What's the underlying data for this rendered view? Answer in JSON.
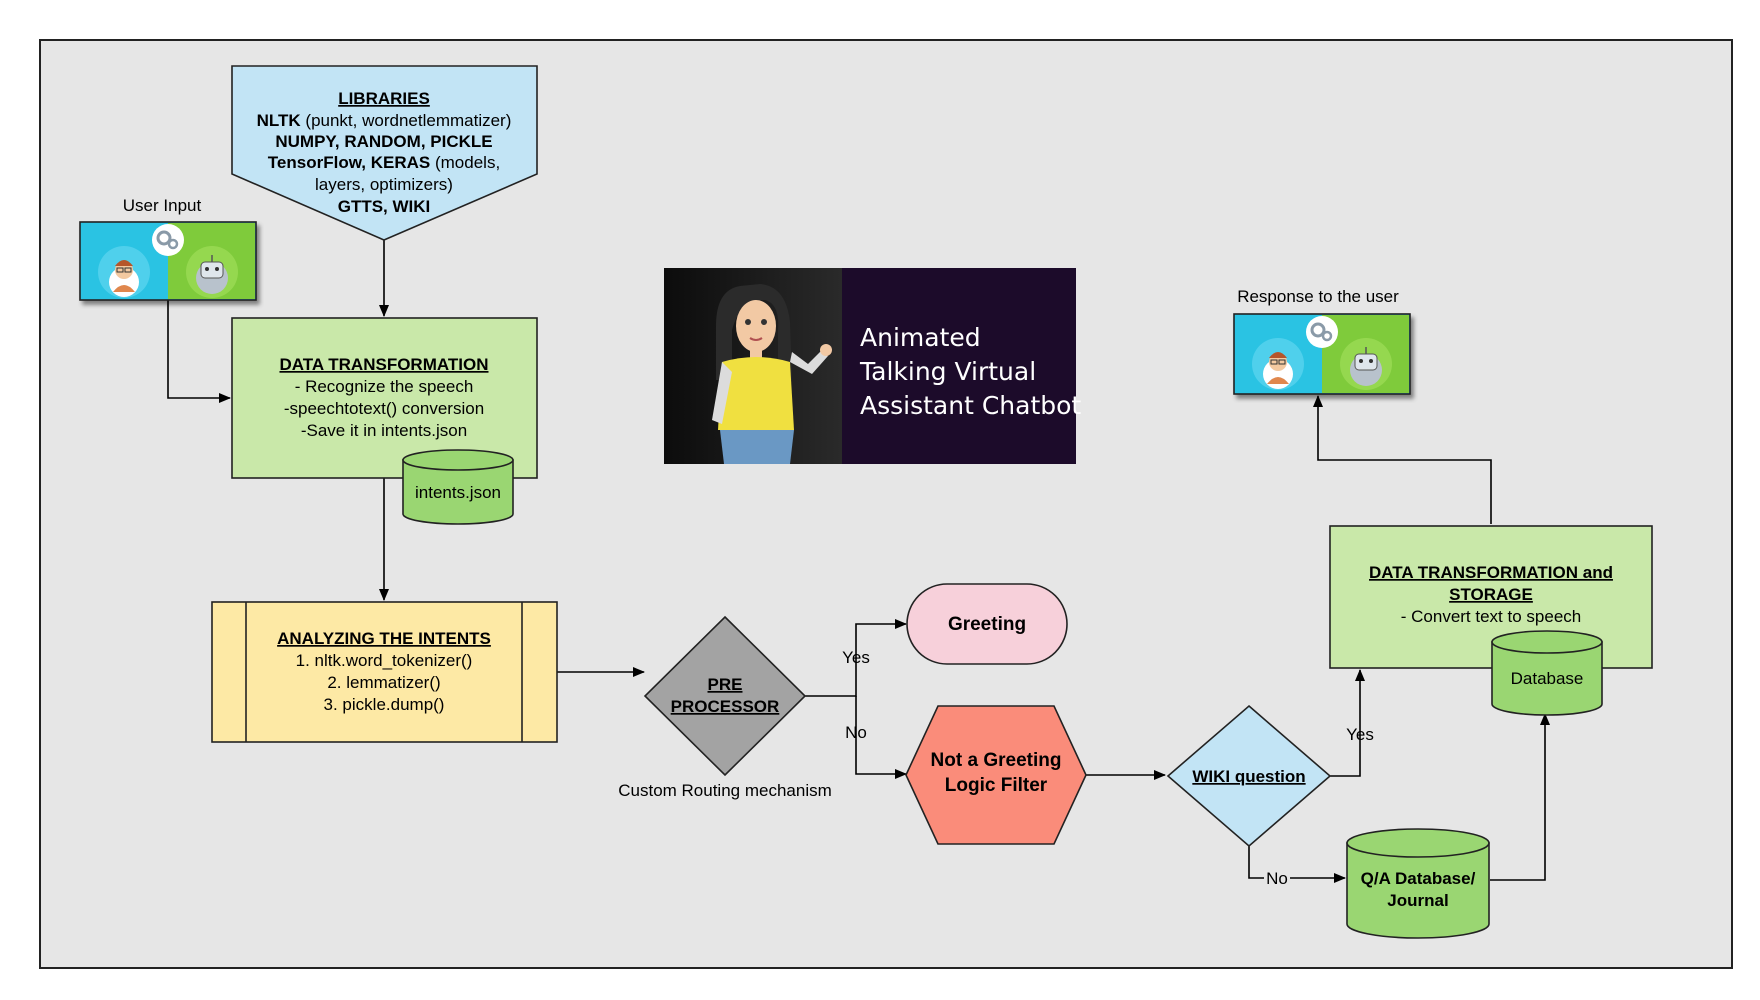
{
  "libraries": {
    "title": "LIBRARIES",
    "line1_bold": "NLTK",
    "line1_rest": " (punkt, wordnetlemmatizer)",
    "line2": "NUMPY, RANDOM, PICKLE",
    "line3_bold": "TensorFlow, KERAS",
    "line3_rest": " (models,",
    "line4": "layers, optimizers)",
    "line5": "GTTS, WIKI"
  },
  "user_input": {
    "label": "User Input"
  },
  "response": {
    "label": "Response to the user"
  },
  "data_transformation": {
    "title": "DATA TRANSFORMATION",
    "line1": "- Recognize the speech",
    "line2": "-speechtotext() conversion",
    "line3": "-Save it in intents.json"
  },
  "intents_db": {
    "label": "intents.json"
  },
  "banner": {
    "line1": "Animated",
    "line2": "Talking Virtual",
    "line3": "Assistant Chatbot"
  },
  "analyzing": {
    "title": "ANALYZING THE INTENTS",
    "line1": "1. nltk.word_tokenizer()",
    "line2": "2. lemmatizer()",
    "line3": "3. pickle.dump()"
  },
  "preprocessor": {
    "line1": "PRE",
    "line2": "PROCESSOR",
    "caption": "Custom Routing mechanism"
  },
  "greeting": {
    "label": "Greeting"
  },
  "not_greeting": {
    "line1": "Not a Greeting",
    "line2": "Logic Filter"
  },
  "wiki": {
    "label": "WIKI question"
  },
  "edges": {
    "yes1": "Yes",
    "no1": "No",
    "yes2": "Yes",
    "no2": "No"
  },
  "storage": {
    "title1": "DATA TRANSFORMATION and",
    "title2": "STORAGE",
    "line1": "- Convert text to speech"
  },
  "database": {
    "label": "Database"
  },
  "qa_db": {
    "line1": "Q/A Database/",
    "line2": "Journal"
  },
  "colors": {
    "frame_bg": "#e6e6e6",
    "libraries": "#c2e4f5",
    "green_box": "#c9e8a9",
    "cylinder": "#9ad672",
    "yellow_box": "#fde9a5",
    "preprocessor": "#a3a3a3",
    "greeting": "#f7d0da",
    "not_greeting": "#fa8c7a",
    "wiki": "#c2e4f5",
    "banner_dark": "#1c0b2a"
  },
  "icons": [
    "user-icon",
    "robot-icon",
    "gears-icon",
    "avatar-woman-icon"
  ]
}
